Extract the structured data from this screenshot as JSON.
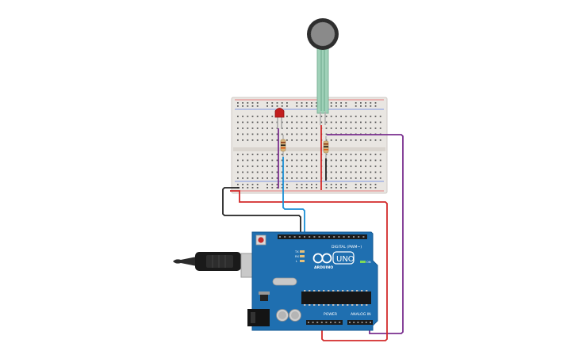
{
  "colors": {
    "breadboard": "#e9e6e2",
    "board": "#1f6fb0",
    "board_dark": "#155a93",
    "wire_red": "#d32a2a",
    "wire_black": "#222222",
    "wire_blue": "#1a8fd6",
    "wire_purple": "#7a2f8f",
    "led": "#c21d1d",
    "sensor_pad": "#777777",
    "sensor_tail": "#9fd1b8"
  },
  "components": {
    "breadboard": {
      "name": "breadboard"
    },
    "arduino": {
      "brand": "ARDUINO",
      "model": "UNO",
      "digital_label": "DIGITAL (PWM~)",
      "power_label": "POWER",
      "analog_label": "ANALOG IN",
      "tx_label": "TX",
      "rx_label": "RX",
      "l_label": "L",
      "on_label": "ON"
    },
    "icons": [
      "force-sensor-icon",
      "led-icon",
      "resistor-icon",
      "usb-cable-icon",
      "microcontroller-icon"
    ]
  }
}
